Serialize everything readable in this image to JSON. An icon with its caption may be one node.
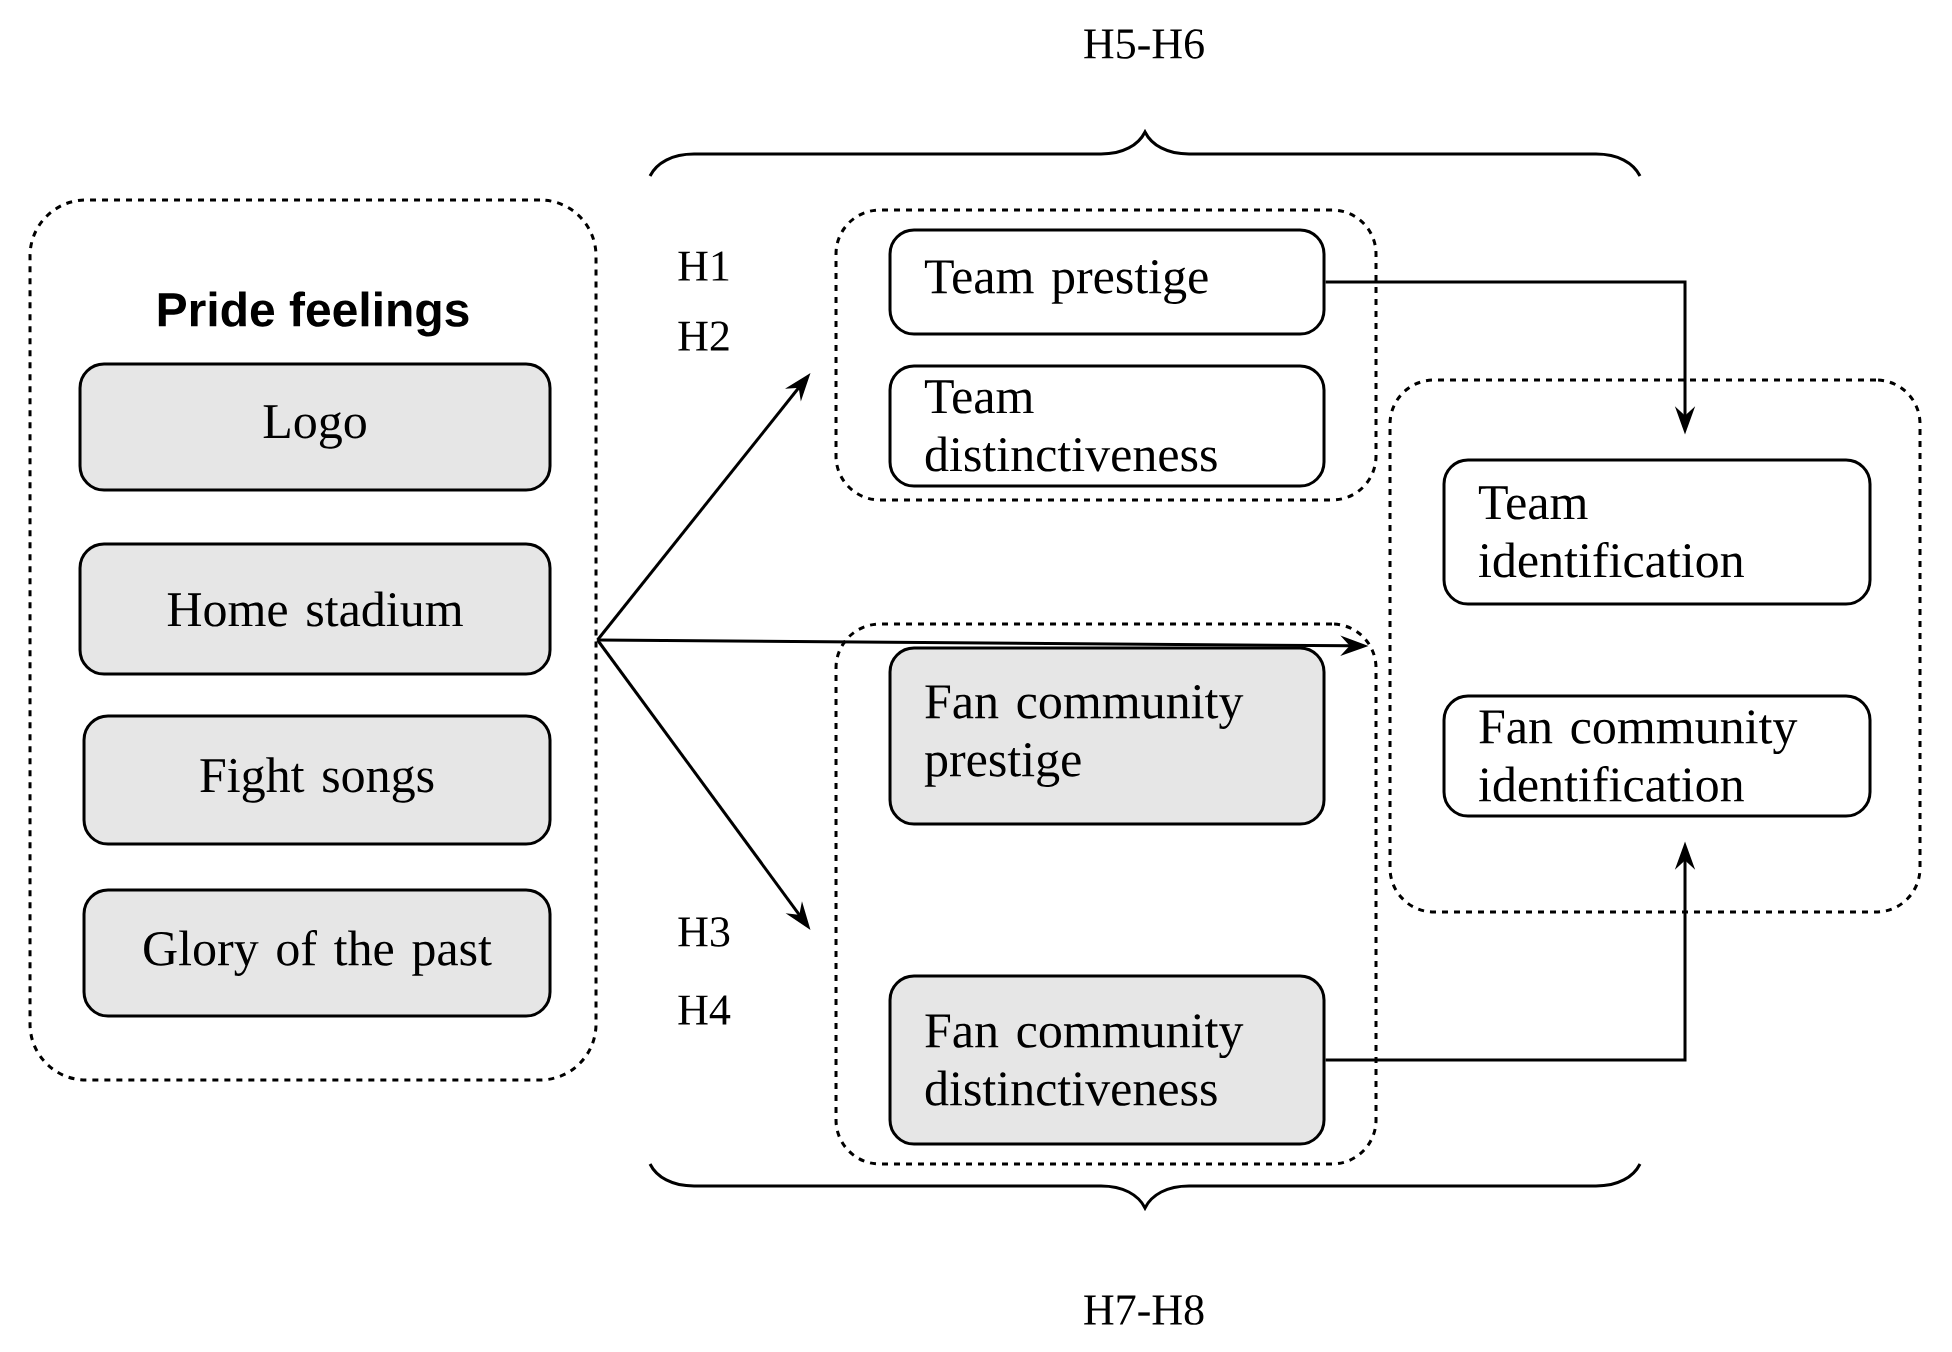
{
  "diagram": {
    "nodes": [
      {
        "text": [
          "Pride feelings"
        ]
      },
      {
        "text": [
          "Logo"
        ],
        "in": 0
      },
      {
        "text": [
          "Home stadium"
        ],
        "in": 0
      },
      {
        "text": [
          "Fight songs"
        ],
        "in": 0
      },
      {
        "text": [
          "Glory of the past"
        ],
        "in": 0
      },
      {
        "text": [],
        "shape": "box"
      },
      {
        "text": [
          "Team prestige"
        ],
        "in": 5
      },
      {
        "text": [
          "Team distinctiveness"
        ],
        "in": 5
      },
      {
        "text": [],
        "shape": "box"
      },
      {
        "text": [
          "Fan community prestige"
        ],
        "in": 8
      },
      {
        "text": [
          "Fan community distinctiveness"
        ],
        "in": 8
      },
      {
        "text": [],
        "shape": "box"
      },
      {
        "text": [
          "Team identification"
        ],
        "in": 11
      },
      {
        "text": [
          "Fan community identification"
        ],
        "in": 11
      }
    ],
    "edges": [
      {
        "from": 0,
        "to": 5,
        "arrow": "to"
      },
      {
        "from": 0,
        "to": 11,
        "arrow": "to"
      },
      {
        "from": 0,
        "to": 8,
        "arrow": "to"
      },
      {
        "from": 6,
        "to": 12,
        "arrow": "to"
      },
      {
        "from": 10,
        "to": 13,
        "arrow": "to"
      }
    ],
    "labels": [
      "H5-H6",
      "H1",
      "H2",
      "H3",
      "H4",
      "H7-H8"
    ]
  }
}
